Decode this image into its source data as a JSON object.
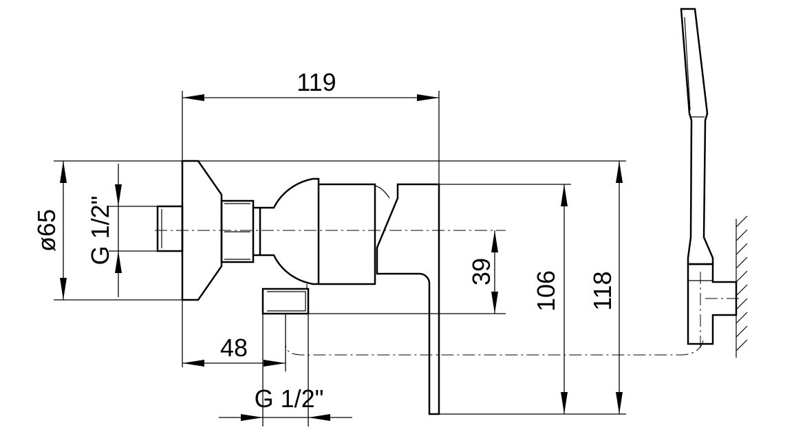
{
  "dimensions": {
    "width_119": "119",
    "diameter_65": "ø65",
    "thread_back": "G 1/2\"",
    "height_39": "39",
    "height_106": "106",
    "height_118": "118",
    "offset_48": "48",
    "thread_outlet": "G 1/2\""
  },
  "icons": {
    "hand_shower": "hand-shower-icon",
    "wall_hatch": "wall-hatch-icon"
  }
}
